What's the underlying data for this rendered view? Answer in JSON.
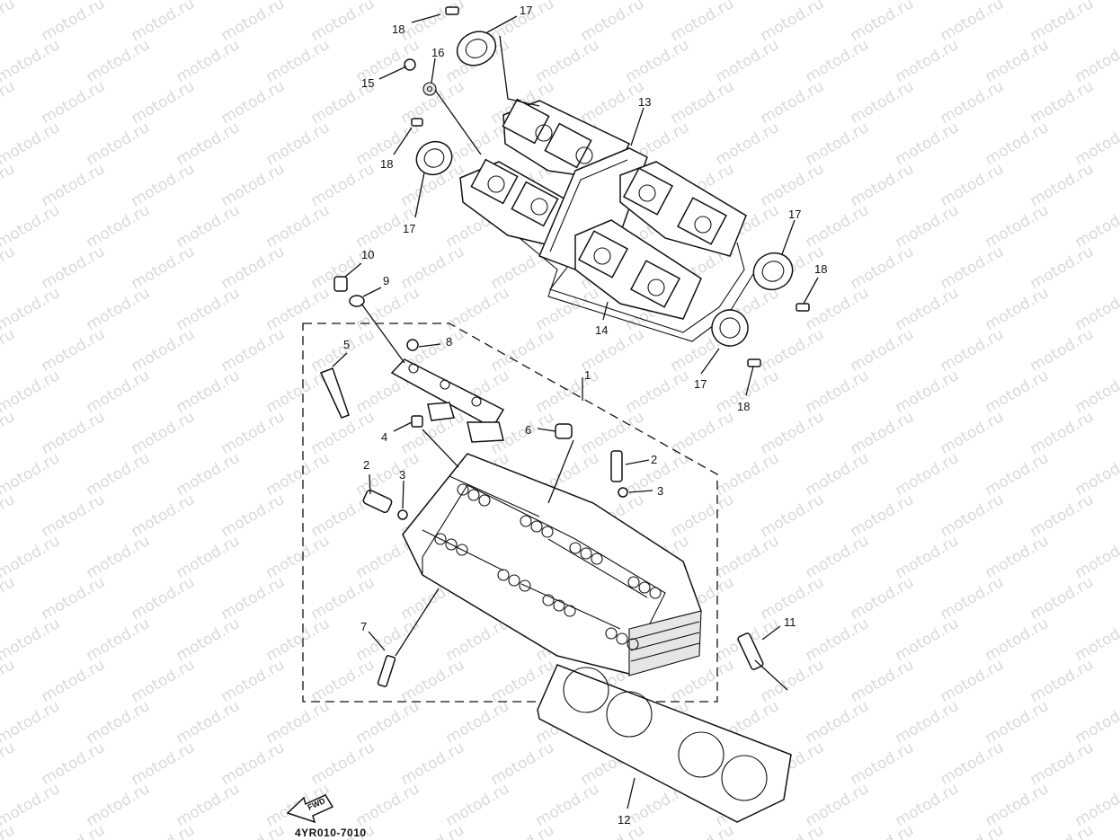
{
  "diagram": {
    "drawing_code": "4YR010-7010",
    "watermark": "motod.ru",
    "fwd_label": "FWD",
    "callouts": [
      {
        "id": "c18a",
        "text": "18"
      },
      {
        "id": "c17a",
        "text": "17"
      },
      {
        "id": "c16",
        "text": "16"
      },
      {
        "id": "c15",
        "text": "15"
      },
      {
        "id": "c13",
        "text": "13"
      },
      {
        "id": "c18b",
        "text": "18"
      },
      {
        "id": "c17b",
        "text": "17"
      },
      {
        "id": "c17c",
        "text": "17"
      },
      {
        "id": "c18c",
        "text": "18"
      },
      {
        "id": "c10",
        "text": "10"
      },
      {
        "id": "c9",
        "text": "9"
      },
      {
        "id": "c14",
        "text": "14"
      },
      {
        "id": "c8",
        "text": "8"
      },
      {
        "id": "c5",
        "text": "5"
      },
      {
        "id": "c1",
        "text": "1"
      },
      {
        "id": "c17d",
        "text": "17"
      },
      {
        "id": "c18d",
        "text": "18"
      },
      {
        "id": "c6",
        "text": "6"
      },
      {
        "id": "c4",
        "text": "4"
      },
      {
        "id": "c2a",
        "text": "2"
      },
      {
        "id": "c3a",
        "text": "3"
      },
      {
        "id": "c2b",
        "text": "2"
      },
      {
        "id": "c3b",
        "text": "3"
      },
      {
        "id": "c11",
        "text": "11"
      },
      {
        "id": "c7",
        "text": "7"
      },
      {
        "id": "c12",
        "text": "12"
      }
    ]
  }
}
